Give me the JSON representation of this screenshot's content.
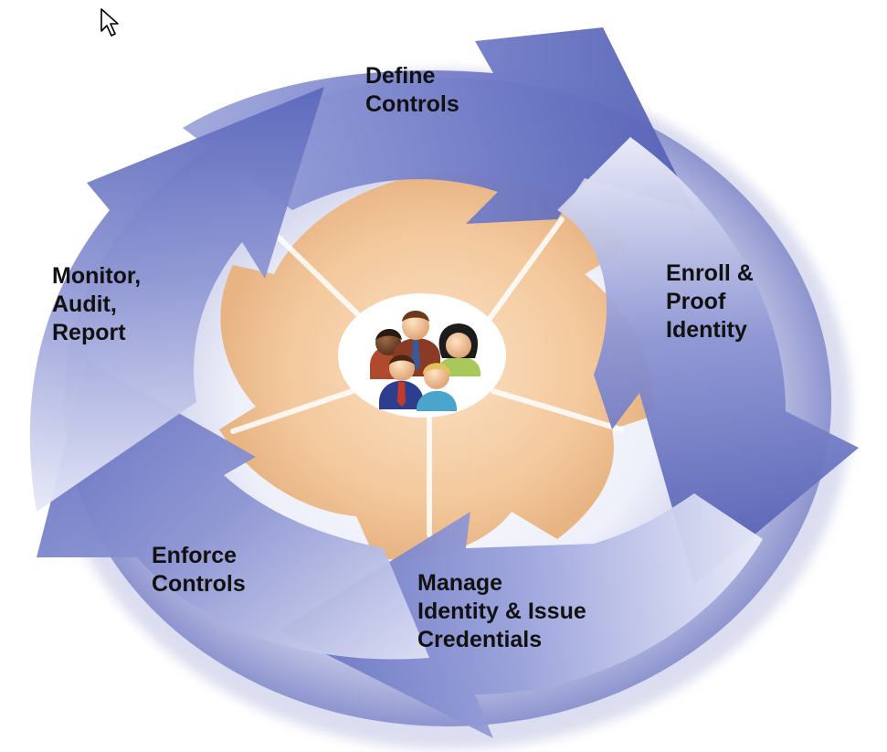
{
  "diagram": {
    "steps": [
      {
        "id": "define",
        "lines": [
          "Define",
          "Controls"
        ]
      },
      {
        "id": "enroll",
        "lines": [
          "Enroll &",
          "Proof",
          "Identity"
        ]
      },
      {
        "id": "manage",
        "lines": [
          "Manage",
          "Identity & Issue",
          "Credentials"
        ]
      },
      {
        "id": "enforce",
        "lines": [
          "Enforce",
          "Controls"
        ]
      },
      {
        "id": "monitor",
        "lines": [
          "Monitor,",
          "Audit,",
          "Report"
        ]
      }
    ],
    "center_icon": "people-group-icon",
    "cursor_icon": "mouse-pointer-icon",
    "colors": {
      "arrow_dark": "#5a66b8",
      "arrow_light": "#e4e6f6",
      "ring": "#c9cce9",
      "center_fill": "#f3c89c",
      "center_bg": "#ffffff",
      "text": "#111111"
    }
  }
}
